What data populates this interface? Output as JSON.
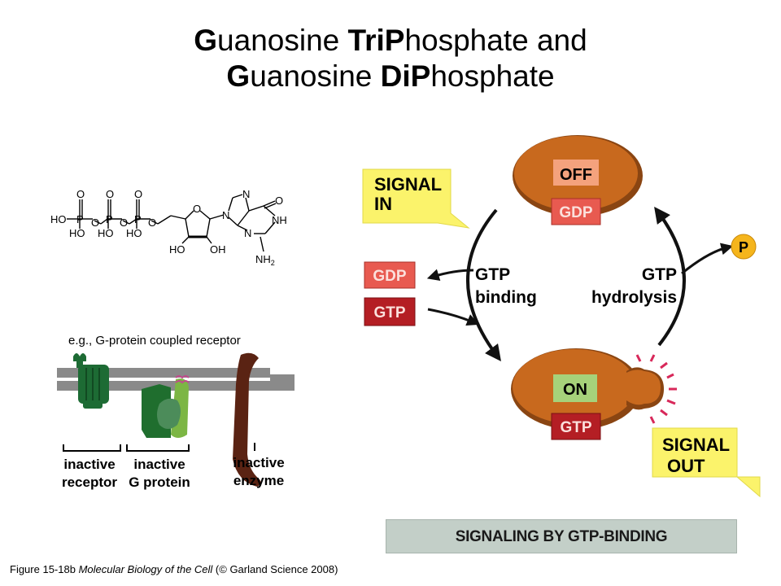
{
  "title": {
    "line1": [
      {
        "text": "G",
        "bold": true
      },
      {
        "text": "uanosine ",
        "bold": false
      },
      {
        "text": "Tri",
        "bold": true
      },
      {
        "text": "P",
        "bold": true
      },
      {
        "text": "hosphate and",
        "bold": false
      }
    ],
    "line2": [
      {
        "text": "G",
        "bold": true
      },
      {
        "text": "uanosine ",
        "bold": false
      },
      {
        "text": "Di",
        "bold": true
      },
      {
        "text": "P",
        "bold": true
      },
      {
        "text": "hosphate",
        "bold": false
      }
    ]
  },
  "structure": {
    "o": "O",
    "ho": "HO",
    "p": "P",
    "oh": "OH",
    "n": "N",
    "nh": "NH",
    "nh2": "NH",
    "nh2_sub": "2"
  },
  "gpcr": {
    "label": "e.g., G-protein coupled receptor",
    "receptor": [
      "inactive",
      "receptor"
    ],
    "gprotein": [
      "inactive",
      "G protein"
    ],
    "enzyme": [
      "inactive",
      "enzyme"
    ]
  },
  "cycle": {
    "off": "OFF",
    "on": "ON",
    "gdp": "GDP",
    "gtp": "GTP",
    "signal_in": [
      "SIGNAL",
      "IN"
    ],
    "signal_out": [
      "SIGNAL",
      "OUT"
    ],
    "binding": [
      "GTP",
      "binding"
    ],
    "hydrolysis": [
      "GTP",
      "hydrolysis"
    ],
    "phosphate": "P",
    "colors": {
      "protein": "#c8691e",
      "protein_dark": "#8a4512",
      "off_box": "#f4a27d",
      "on_box": "#a6d27a",
      "gdp_box": "#e85a50",
      "gtp_box": "#b41e24",
      "signal_box": "#fbf36b",
      "phosphate": "#f5b51c"
    }
  },
  "banner": "SIGNALING BY GTP-BINDING",
  "caption": {
    "prefix": "Figure 15-18b ",
    "book": "Molecular Biology of the Cell",
    "suffix": " (© Garland Science 2008)"
  }
}
